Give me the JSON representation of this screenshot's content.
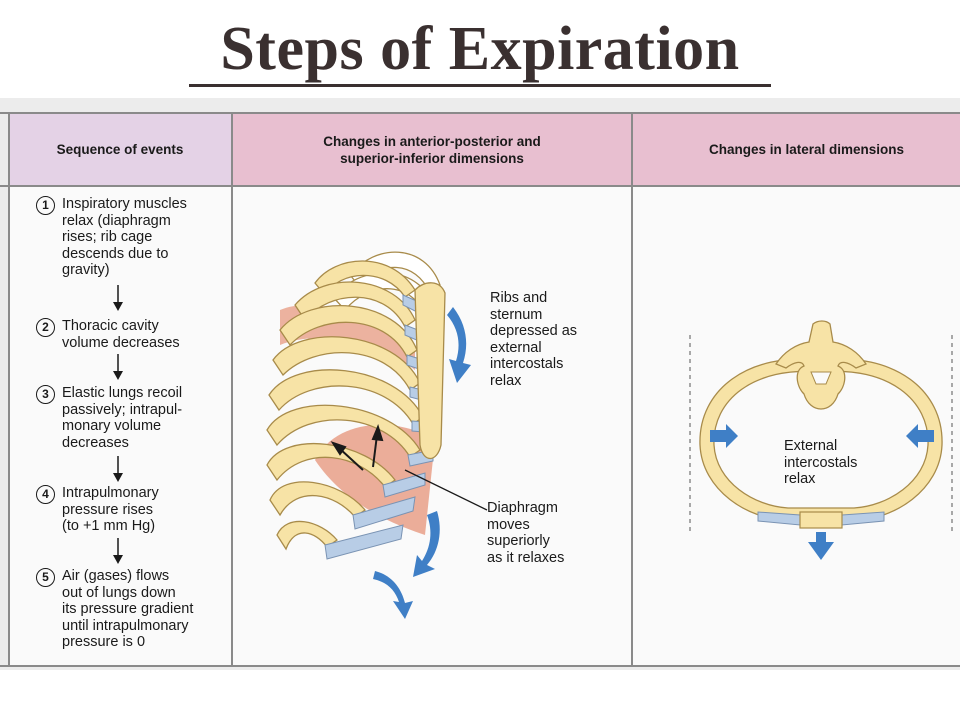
{
  "title": "Steps of Expiration",
  "headers": {
    "sequence": "Sequence of events",
    "ap_si": "Changes in anterior-posterior and\nsuperior-inferior dimensions",
    "lateral": "Changes in lateral dimensions"
  },
  "steps": [
    {
      "num": "1",
      "text": "Inspiratory muscles\nrelax (diaphragm\nrises; rib cage\ndescends due to\ngravity)"
    },
    {
      "num": "2",
      "text": "Thoracic cavity\nvolume decreases"
    },
    {
      "num": "3",
      "text": "Elastic lungs recoil\npassively; intrapul-\nmonary volume\ndecreases"
    },
    {
      "num": "4",
      "text": "Intrapulmonary\npressure rises\n(to +1 mm Hg)"
    },
    {
      "num": "5",
      "text": "Air (gases) flows\nout of lungs down\nits pressure gradient\nuntil intrapulmonary\npressure is 0"
    }
  ],
  "labels": {
    "ribs": "Ribs and\nsternum\ndepressed as\nexternal\nintercostals\nrelax",
    "diaphragm": "Diaphragm\nmoves\nsuperiorly\nas it relaxes",
    "intercostals": "External\nintercostals\nrelax"
  },
  "colors": {
    "header_sequence": "#e4d2e6",
    "header_changes": "#e8bfd0",
    "bone": "#f7e3a6",
    "bone_outline": "#a88b4a",
    "cartilage": "#b8cde6",
    "muscle": "#e9a48e",
    "arrow_blue": "#3f7fc6"
  }
}
